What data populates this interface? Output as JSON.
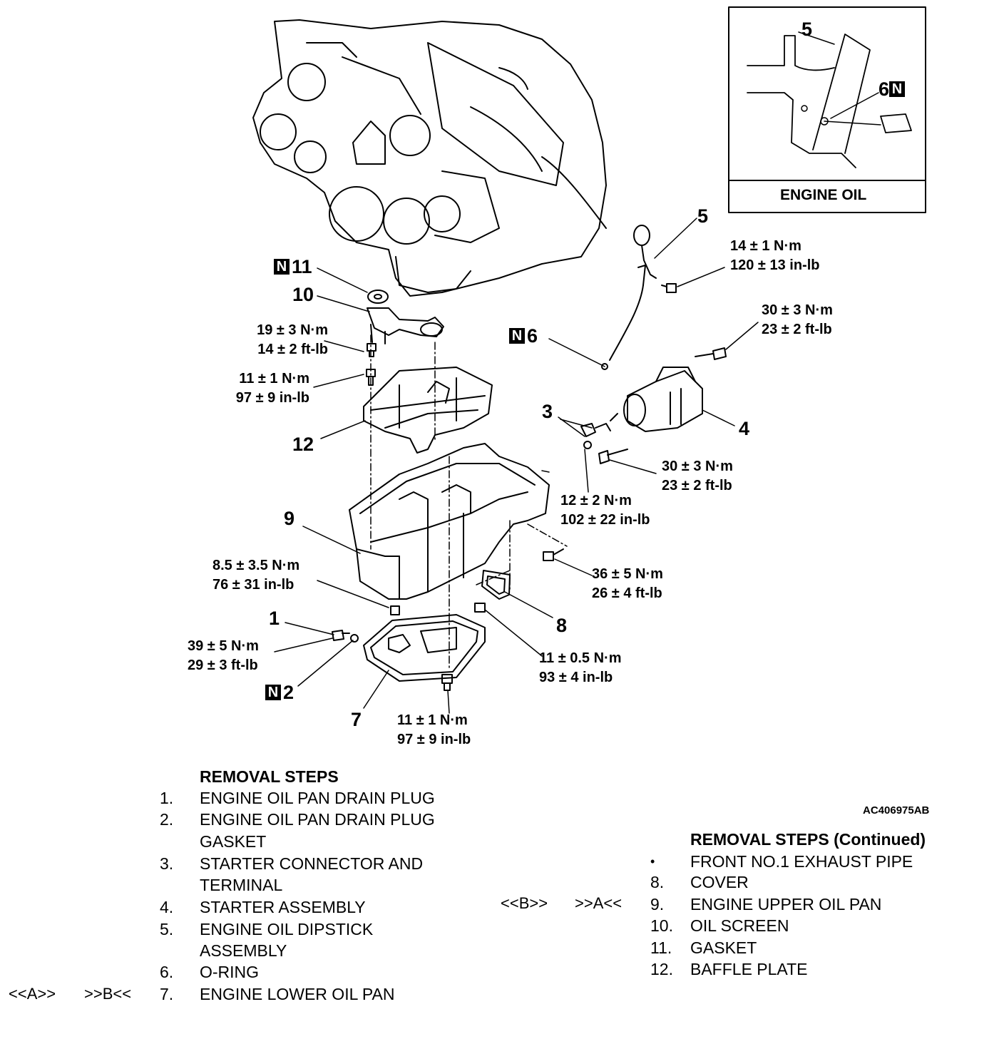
{
  "inset": {
    "title": "ENGINE OIL",
    "label_5": "5",
    "label_6": "6",
    "n_mark": "N"
  },
  "callouts": {
    "c1": "1",
    "c2": "2",
    "c3": "3",
    "c4": "4",
    "c5": "5",
    "c6": "6",
    "c7": "7",
    "c8": "8",
    "c9": "9",
    "c10": "10",
    "c11": "11",
    "c12": "12",
    "n_mark": "N"
  },
  "torques": {
    "t_dipstick": [
      "14 ± 1 N·m",
      "120 ± 13 in-lb"
    ],
    "t_starter_top": [
      "30 ± 3 N·m",
      "23 ± 2 ft-lb"
    ],
    "t_starter_bot": [
      "30 ± 3 N·m",
      "23 ± 2 ft-lb"
    ],
    "t_terminal": [
      "12 ± 2 N·m",
      "102 ± 22 in-lb"
    ],
    "t_screen": [
      "19 ± 3 N·m",
      "14 ± 2 ft-lb"
    ],
    "t_baffle": [
      "11 ± 1 N·m",
      "97 ± 9 in-lb"
    ],
    "t_upperpan": [
      "8.5 ± 3.5 N·m",
      "76 ± 31 in-lb"
    ],
    "t_bracket": [
      "36 ± 5 N·m",
      "26 ± 4 ft-lb"
    ],
    "t_drain": [
      "39 ± 5 N·m",
      "29 ± 3 ft-lb"
    ],
    "t_cover": [
      "11 ± 0.5 N·m",
      "93 ± 4 in-lb"
    ],
    "t_lowerpan": [
      "11 ± 1 N·m",
      "97 ± 9 in-lb"
    ]
  },
  "figure_code": "AC406975AB",
  "removal_left": {
    "heading": "REMOVAL STEPS",
    "steps": [
      {
        "num": "1.",
        "text": "ENGINE OIL PAN DRAIN PLUG"
      },
      {
        "num": "2.",
        "text": "ENGINE OIL PAN DRAIN PLUG"
      },
      {
        "num": "",
        "text": "GASKET"
      },
      {
        "num": "3.",
        "text": "STARTER CONNECTOR AND"
      },
      {
        "num": "",
        "text": "TERMINAL"
      },
      {
        "num": "4.",
        "text": "STARTER ASSEMBLY"
      },
      {
        "num": "5.",
        "text": "ENGINE OIL DIPSTICK"
      },
      {
        "num": "",
        "text": "ASSEMBLY"
      },
      {
        "num": "6.",
        "text": "O-RING"
      },
      {
        "num": "7.",
        "text": "ENGINE LOWER OIL PAN"
      }
    ],
    "marks_7": {
      "a": "<<A>>",
      "b": ">>B<<"
    }
  },
  "removal_right": {
    "heading": "REMOVAL STEPS (Continued)",
    "steps": [
      {
        "num": "•",
        "text": "FRONT NO.1 EXHAUST PIPE"
      },
      {
        "num": "8.",
        "text": "COVER"
      },
      {
        "num": "9.",
        "text": "ENGINE UPPER OIL PAN"
      },
      {
        "num": "10.",
        "text": "OIL SCREEN"
      },
      {
        "num": "11.",
        "text": "GASKET"
      },
      {
        "num": "12.",
        "text": "BAFFLE PLATE"
      }
    ],
    "marks_9": {
      "a": "<<B>>",
      "b": ">>A<<"
    }
  }
}
